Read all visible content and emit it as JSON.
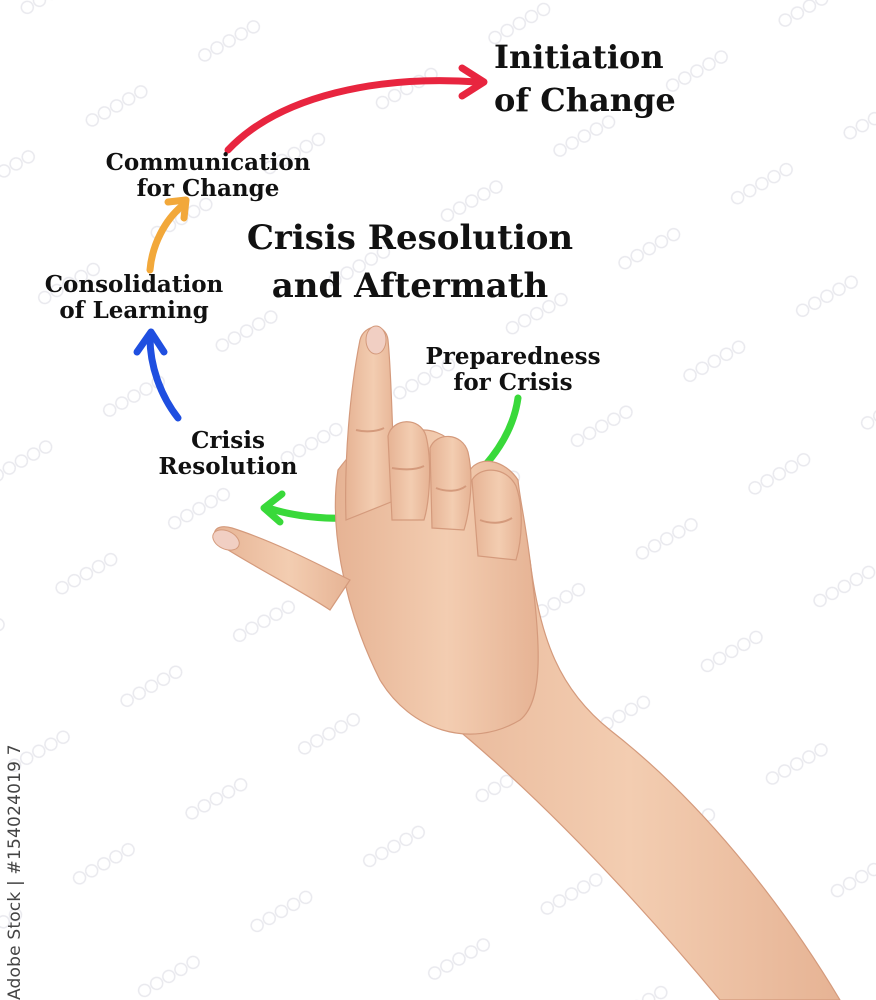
{
  "diagram": {
    "title_lines": [
      "Crisis Resolution",
      "and Aftermath"
    ],
    "nodes": {
      "initiation": {
        "lines": [
          "Initiation",
          "of Change"
        ]
      },
      "communication": {
        "lines": [
          "Communication",
          "for Change"
        ]
      },
      "consolidation": {
        "lines": [
          "Consolidation",
          "of Learning"
        ]
      },
      "resolution": {
        "lines": [
          "Crisis",
          "Resolution"
        ]
      },
      "preparedness": {
        "lines": [
          "Preparedness",
          "for Crisis"
        ]
      }
    },
    "arrow_colors": {
      "preparedness_to_resolution": "#39d93a",
      "resolution_to_consolidation": "#1f4fe0",
      "consolidation_to_communication": "#f2a83a",
      "communication_to_initiation": "#e8253f"
    }
  },
  "watermark": {
    "text": "Adobe Stock | #154024019 7"
  },
  "skin_colors": {
    "light": "#f3cdb1",
    "mid": "#e6b394",
    "shadow": "#d49a7c",
    "nail": "#f1cfc3"
  }
}
